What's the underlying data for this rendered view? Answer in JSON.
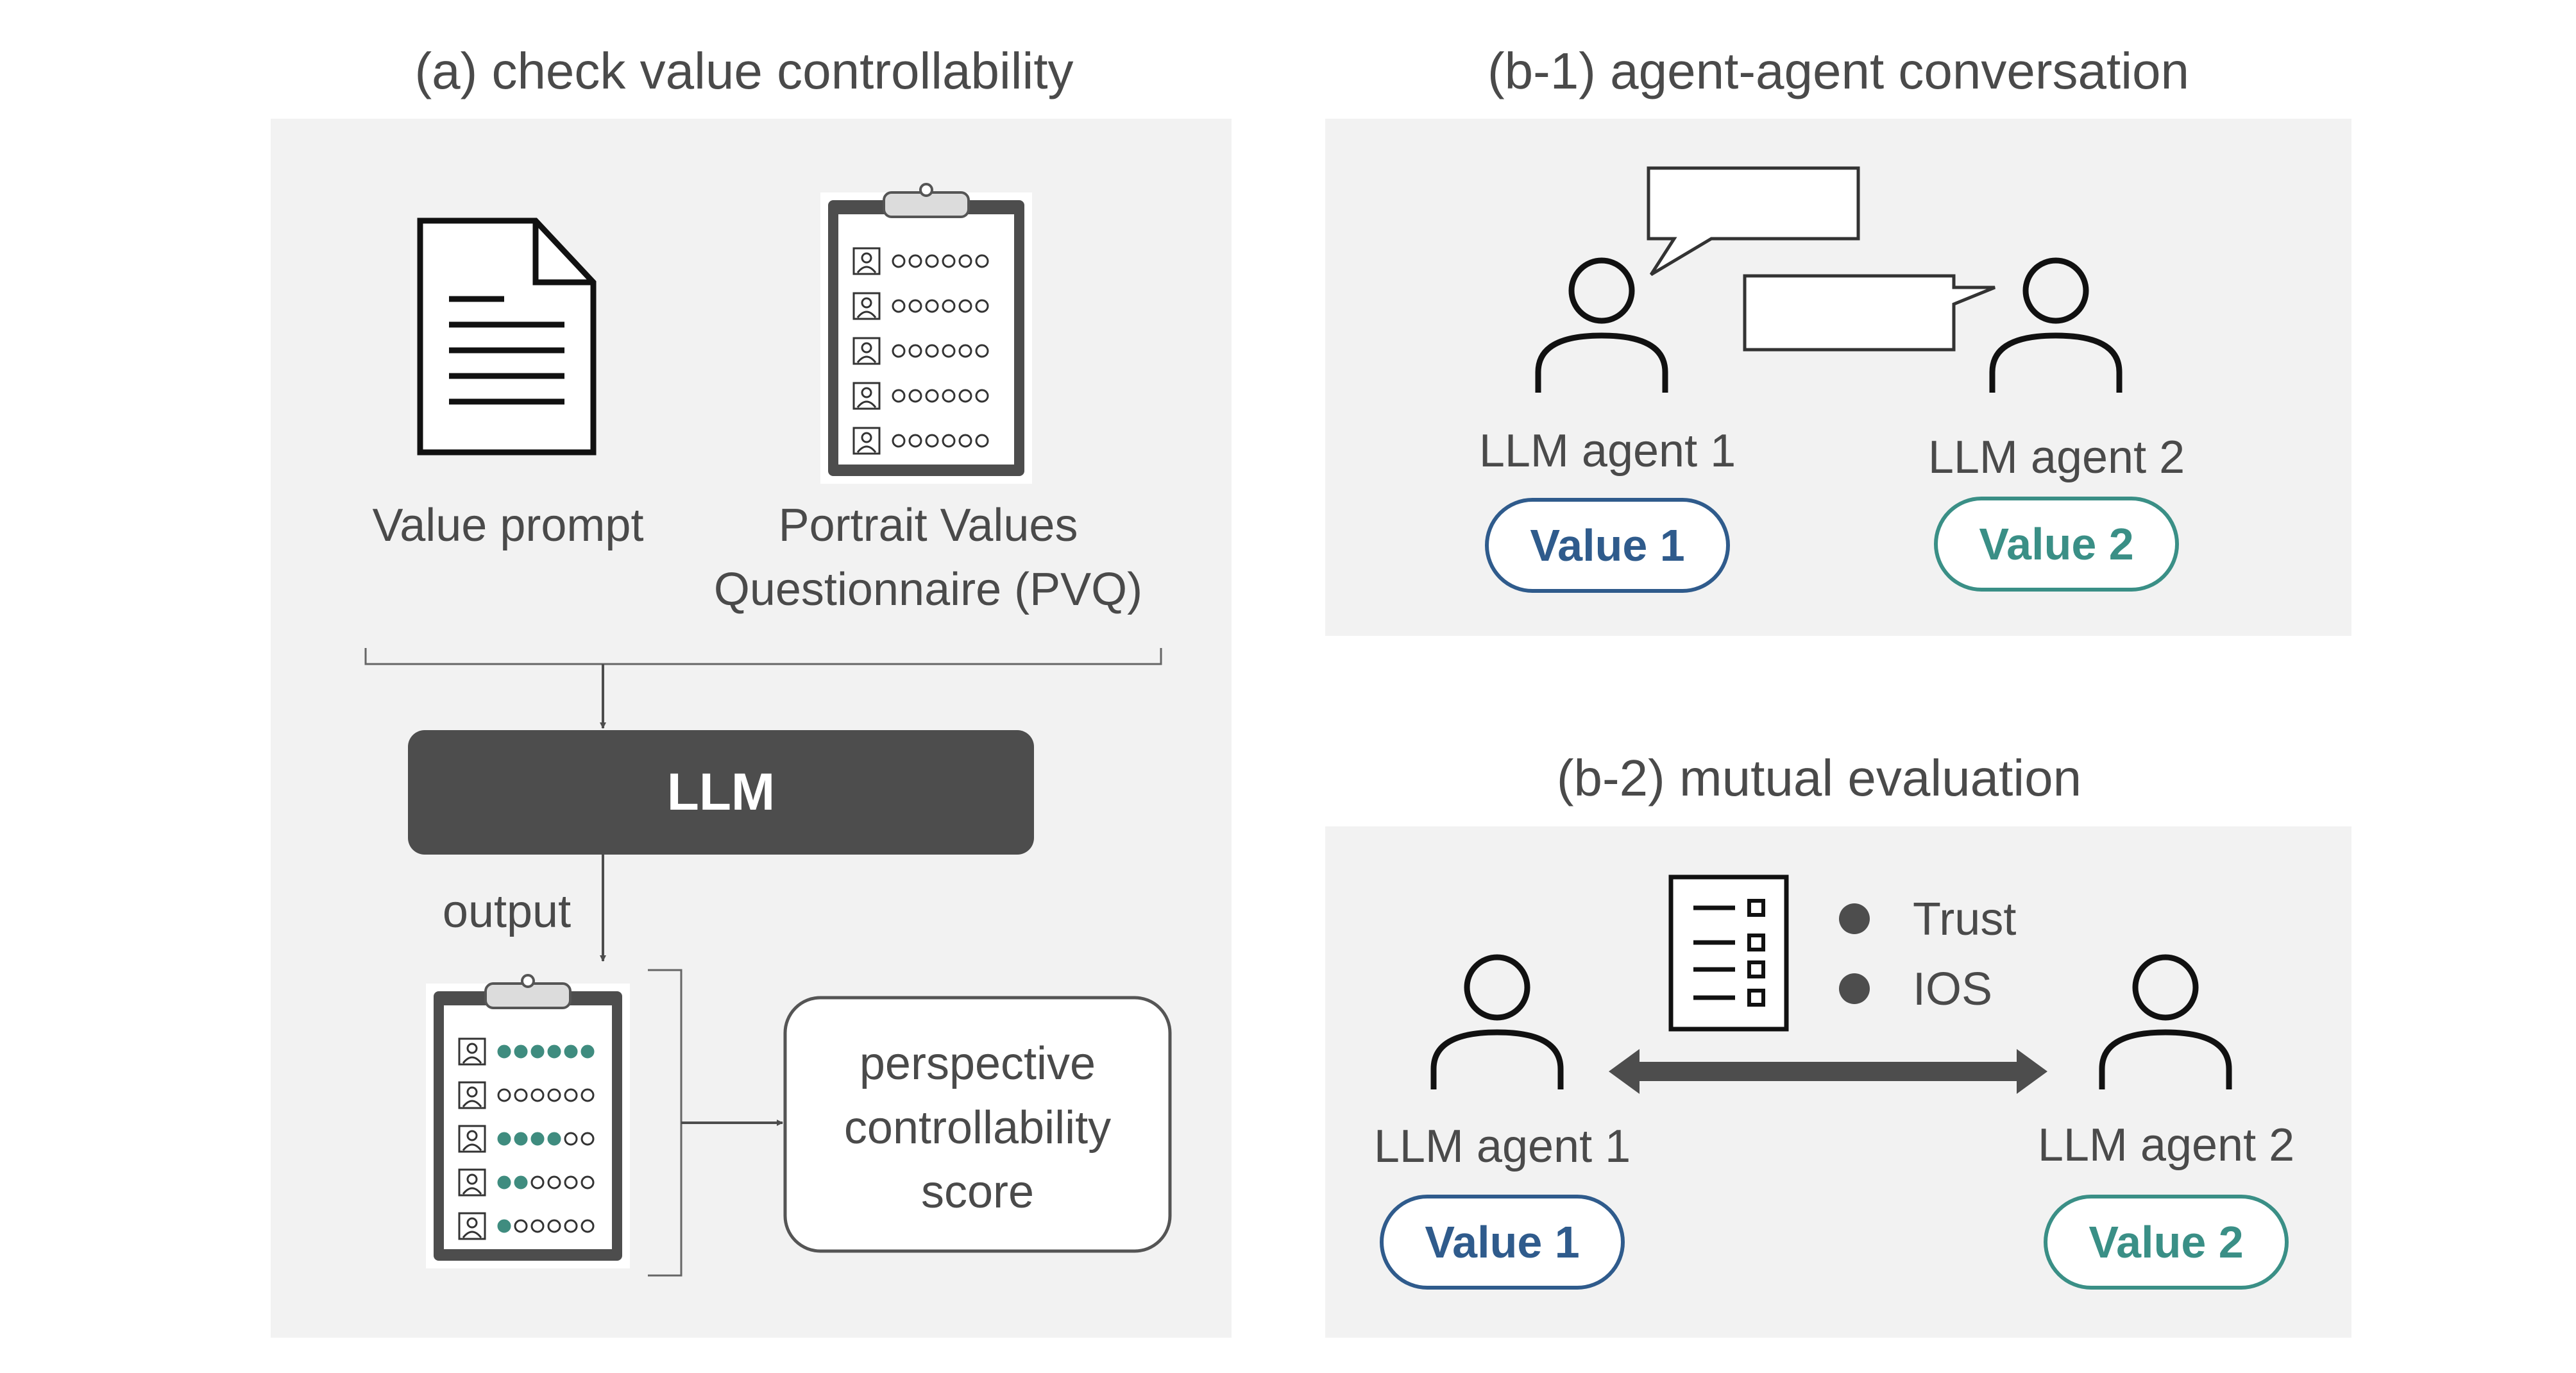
{
  "colors": {
    "panel_bg": "#f2f2f2",
    "dark": "#4d4d4d",
    "text": "#4a4a4a",
    "value1": "#2f5b8c",
    "value2": "#3a8f86",
    "filled_dot": "#3f8c7f"
  },
  "panel_a": {
    "title": "(a) check value controllability",
    "value_prompt_label": "Value prompt",
    "pvq_label_line1": "Portrait Values",
    "pvq_label_line2": "Questionnaire (PVQ)",
    "llm_label": "LLM",
    "output_label": "output",
    "score_line1": "perspective",
    "score_line2": "controllability",
    "score_line3": "score",
    "icons": [
      "document-icon",
      "clipboard-icon",
      "clipboard-filled-icon"
    ],
    "output_filled_counts": [
      6,
      0,
      4,
      2,
      1
    ]
  },
  "panel_b1": {
    "title": "(b-1) agent-agent conversation",
    "agent1_label": "LLM agent 1",
    "agent2_label": "LLM agent 2",
    "value1": "Value 1",
    "value2": "Value 2",
    "icons": [
      "person-icon",
      "speech-bubble-icon"
    ]
  },
  "panel_b2": {
    "title": "(b-2) mutual evaluation",
    "agent1_label": "LLM agent 1",
    "agent2_label": "LLM agent 2",
    "value1": "Value 1",
    "value2": "Value 2",
    "metric1": "Trust",
    "metric2": "IOS",
    "icons": [
      "person-icon",
      "checklist-icon",
      "double-arrow-icon"
    ]
  }
}
